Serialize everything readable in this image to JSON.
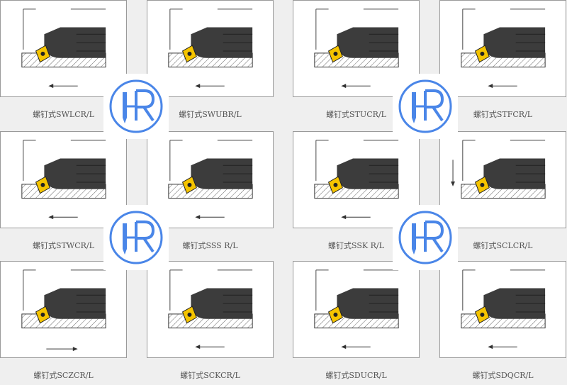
{
  "items": [
    {
      "label": "螺钉式SWLCR/L",
      "arrow": "left"
    },
    {
      "label": "螺钉式SWUBR/L",
      "arrow": "left"
    },
    {
      "label": "螺钉式STUCR/L",
      "arrow": "left"
    },
    {
      "label": "螺钉式STFCR/L",
      "arrow": "left"
    },
    {
      "label": "螺钉式STWCR/L",
      "arrow": "left"
    },
    {
      "label": "螺钉式SSS R/L",
      "arrow": "left"
    },
    {
      "label": "螺钉式SSK R/L",
      "arrow": "left"
    },
    {
      "label": "螺钉式SCLCR/L",
      "arrow": "down"
    },
    {
      "label": "螺钉式SCZCR/L",
      "arrow": "right"
    },
    {
      "label": "螺钉式SCKCR/L",
      "arrow": "left"
    },
    {
      "label": "螺钉式SDUCR/L",
      "arrow": "left"
    },
    {
      "label": "螺钉式SDQCR/L",
      "arrow": "left"
    }
  ],
  "logo": {
    "text": "HR",
    "color": "#4a86e8"
  },
  "colors": {
    "holder": "#3c3c3c",
    "insert": "#f5c400"
  }
}
